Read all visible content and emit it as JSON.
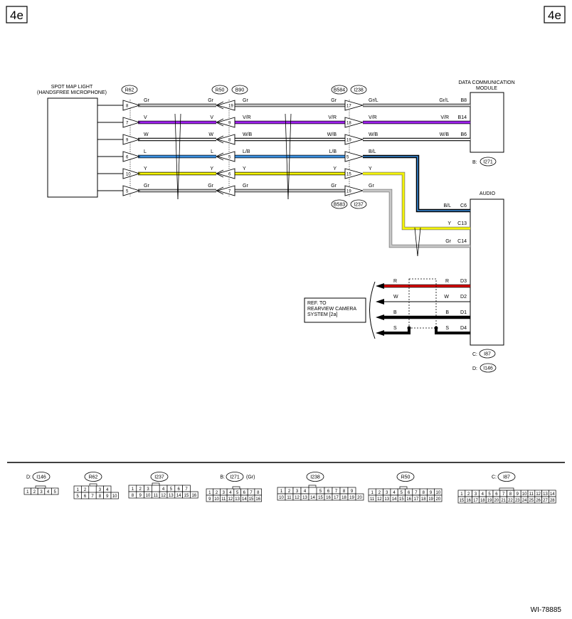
{
  "page_tag": "4e",
  "figure_id": "WI-78885",
  "modules": {
    "spot": "SPOT MAP LIGHT",
    "spot2": "(HANDSFREE MICROPHONE)",
    "dcm": "DATA COMMUNICATION",
    "dcm2": "MODULE",
    "dcm_conn": "B:",
    "audio": "AUDIO",
    "audio_c": "C:",
    "audio_d": "D:",
    "ref1": "REF. TO",
    "ref2": "REARVIEW CAMERA",
    "ref3": "SYSTEM [2a]"
  },
  "connectors_top": {
    "r62": "R62",
    "r50": "R50",
    "b90": "B90",
    "b584": "B584",
    "i238": "I238",
    "b583": "B583",
    "i237": "I237",
    "i271": "I271",
    "i87": "I87",
    "i146": "I146"
  },
  "wires": [
    {
      "color": "#c8c8c8",
      "p1": "8",
      "c1": "Gr",
      "c2": "Gr",
      "p2": "19",
      "c3": "Gr",
      "c4": "Gr",
      "p3": "17",
      "c5": "Gr/L",
      "c6": "Gr/L",
      "term": "B8"
    },
    {
      "color": "#a020f0",
      "p1": "7",
      "c1": "V",
      "c2": "V",
      "p2": "9",
      "c3": "V/R",
      "c4": "V/R",
      "p3": "18",
      "c5": "V/R",
      "c6": "V/R",
      "term": "B14"
    },
    {
      "color": "#ffffff",
      "p1": "9",
      "c1": "W",
      "c2": "W",
      "p2": "8",
      "c3": "W/B",
      "c4": "W/B",
      "p3": "19",
      "c5": "W/B",
      "c6": "W/B",
      "term": "B6"
    },
    {
      "color": "#3a8fe0",
      "p1": "6",
      "c1": "L",
      "c2": "L",
      "p2": "5",
      "c3": "L/B",
      "c4": "L/B",
      "p3": "5",
      "c5": "B/L",
      "c6": "B/L",
      "term": "C6"
    },
    {
      "color": "#f4f400",
      "p1": "10",
      "c1": "Y",
      "c2": "Y",
      "p2": "6",
      "c3": "Y",
      "c4": "Y",
      "p3": "15",
      "c5": "Y",
      "c6": "Y",
      "term": "C13"
    },
    {
      "color": "#c8c8c8",
      "p1": "5",
      "c1": "Gr",
      "c2": "Gr",
      "p2": "7",
      "c3": "Gr",
      "c4": "Gr",
      "p3": "19",
      "c5": "Gr",
      "c6": "Gr",
      "term": "C14"
    }
  ],
  "audio_out": [
    {
      "c1": "R",
      "c2": "R",
      "term": "D3"
    },
    {
      "c1": "W",
      "c2": "W",
      "term": "D2"
    },
    {
      "c1": "B",
      "c2": "B",
      "term": "D1"
    },
    {
      "c1": "S",
      "c2": "S",
      "term": "D4"
    }
  ],
  "legend": {
    "d_prefix": "D:",
    "b_prefix": "B:",
    "c_prefix": "C:",
    "gr_note": "(Gr)",
    "i146": "I146",
    "r62": "R62",
    "i237": "I237",
    "i271": "I271",
    "i238": "I238",
    "r50": "R50",
    "i87": "I87"
  }
}
